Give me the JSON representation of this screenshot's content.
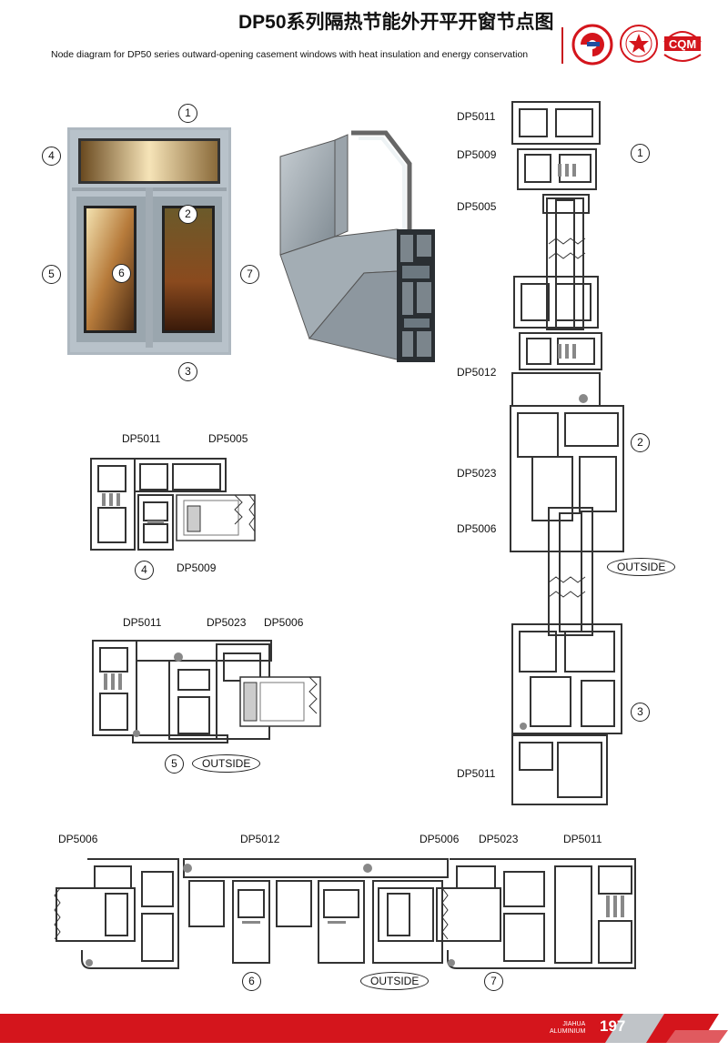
{
  "header": {
    "title_cn": "DP50系列隔热节能外开平开窗节点图",
    "title_en": "Node diagram for DP50 series outward-opening casement windows with heat insulation and energy conservation",
    "logo_cqm_text": "CQM"
  },
  "markers": [
    "1",
    "2",
    "3",
    "4",
    "5",
    "6",
    "7"
  ],
  "outside_label": "OUTSIDE",
  "profiles": {
    "dp5011": "DP5011",
    "dp5009": "DP5009",
    "dp5005": "DP5005",
    "dp5012": "DP5012",
    "dp5023": "DP5023",
    "dp5006": "DP5006"
  },
  "footer": {
    "brand_top": "JIAHUA",
    "brand_bottom": "ALUMINIUM",
    "page_number": "197"
  },
  "colors": {
    "accent_red": "#d4151c",
    "frame_silver": "#a9b3bb",
    "profile_line": "#333333"
  }
}
